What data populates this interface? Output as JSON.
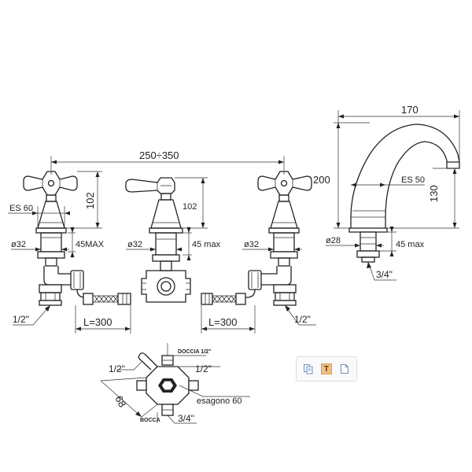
{
  "dimensions": {
    "span_width": "250÷350",
    "spout_reach": "170",
    "spout_height": "200",
    "spout_130": "130",
    "es50": "ES 50",
    "es60": "ES 60",
    "h102_left": "102",
    "h102_mid": "102",
    "d32_left": "ø32",
    "d32_mid": "ø32",
    "d32_right": "ø32",
    "d28": "ø28",
    "max45_left": "45MAX",
    "max45_mid": "45 max",
    "max45_spout": "45 max",
    "half_left": "1/2\"",
    "half_right": "1/2\"",
    "three_quarter_spout": "3/4\"",
    "l300_left": "L=300",
    "l300_right": "L=300",
    "doccia": "DOCCIA 1/2\"",
    "half_body_left": "1/2\"",
    "half_body_right": "1/2\"",
    "d68": "68",
    "esagono": "esagono 60",
    "bocca": "BOCCA",
    "three_quarter_body": "3/4\""
  },
  "toolbar": {
    "icons": [
      "copy-pages-icon",
      "text-tool-icon",
      "document-icon"
    ],
    "text_label": "T",
    "accent": "#f0c080"
  }
}
